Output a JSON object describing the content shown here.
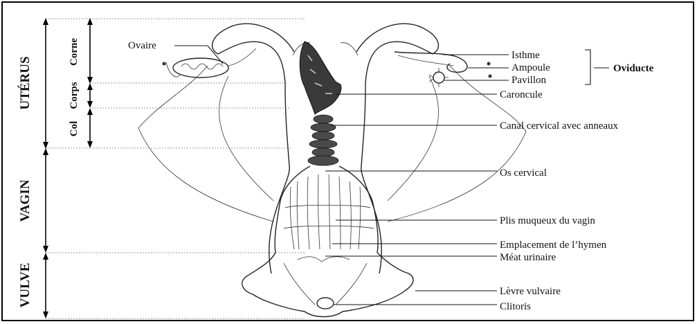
{
  "left_labels": {
    "uterus": "UTÉRUS",
    "corne": "Corne",
    "corps": "Corps",
    "col": "Col",
    "vagin": "VAGIN",
    "vulve": "VULVE"
  },
  "labels": {
    "ovaire": "Ovaire",
    "isthme": "Isthme",
    "ampoule": "Ampoule",
    "pavillon": "Pavillon",
    "oviducte": "Oviducte",
    "caroncule": "Caroncule",
    "canal": "Canal cervical avec anneaux",
    "os_cervical": "Os cervical",
    "plis": "Plis muqueux du vagin",
    "hymen": "Emplacement de l’hymen",
    "meat": "Méat urinaire",
    "levre": "Lèvre vulvaire",
    "clitoris": "Clitoris"
  }
}
